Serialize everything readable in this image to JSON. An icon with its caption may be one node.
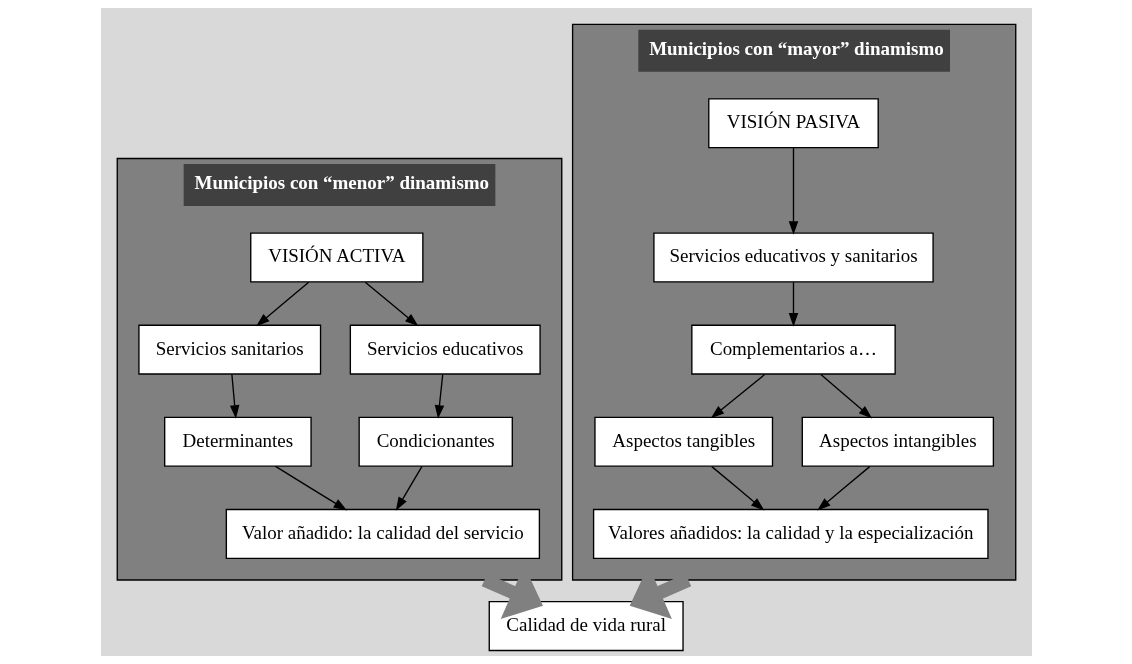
{
  "diagram": {
    "nodes": [
      {
        "text": [
          "Municipios con “menor” dinamismo"
        ]
      },
      {
        "text": [
          "VISIÓN ACTIVA"
        ],
        "in": 0
      },
      {
        "text": [
          "Servicios sanitarios"
        ],
        "in": 0
      },
      {
        "text": [
          "Servicios educativos"
        ],
        "in": 0
      },
      {
        "text": [
          "Determinantes"
        ],
        "in": 0
      },
      {
        "text": [
          "Condicionantes"
        ],
        "in": 0
      },
      {
        "text": [
          "Valor añadido: la calidad del servicio"
        ],
        "in": 0
      },
      {
        "text": [
          "Municipios con “mayor” dinamismo"
        ]
      },
      {
        "text": [
          "VISIÓN PASIVA"
        ],
        "in": 7
      },
      {
        "text": [
          "Servicios educativos y sanitarios"
        ],
        "in": 7
      },
      {
        "text": [
          "Complementarios a…"
        ],
        "in": 7
      },
      {
        "text": [
          "Aspectos tangibles"
        ],
        "in": 7
      },
      {
        "text": [
          "Aspectos intangibles"
        ],
        "in": 7
      },
      {
        "text": [
          "Valores añadidos: la calidad y la especialización"
        ],
        "in": 7
      },
      {
        "text": [
          "Calidad de vida rural"
        ]
      }
    ],
    "edges": [
      {
        "from": 1,
        "to": 2,
        "arrow": "to"
      },
      {
        "from": 1,
        "to": 3,
        "arrow": "to"
      },
      {
        "from": 2,
        "to": 4,
        "arrow": "to"
      },
      {
        "from": 3,
        "to": 5,
        "arrow": "to"
      },
      {
        "from": 4,
        "to": 6,
        "arrow": "to"
      },
      {
        "from": 5,
        "to": 6,
        "arrow": "to"
      },
      {
        "from": 8,
        "to": 9,
        "arrow": "to"
      },
      {
        "from": 9,
        "to": 10,
        "arrow": "to"
      },
      {
        "from": 10,
        "to": 11,
        "arrow": "to"
      },
      {
        "from": 10,
        "to": 12,
        "arrow": "to"
      },
      {
        "from": 11,
        "to": 13,
        "arrow": "to"
      },
      {
        "from": 12,
        "to": 13,
        "arrow": "to"
      },
      {
        "from": 0,
        "to": 14,
        "arrow": "to",
        "style": "thick",
        "color": "#808080"
      },
      {
        "from": 7,
        "to": 14,
        "arrow": "to",
        "style": "thick",
        "color": "#808080"
      }
    ]
  }
}
